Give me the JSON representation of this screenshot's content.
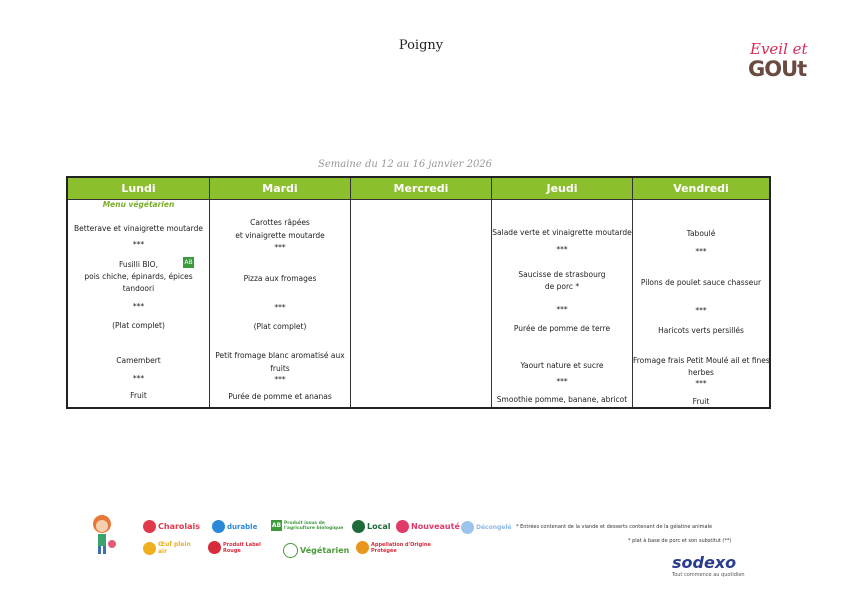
{
  "title": "Poigny",
  "logo": {
    "line1": "Eveil et",
    "line2": "GOUt"
  },
  "week": "Semaine du 12 au 16 janvier 2026",
  "days": [
    "Lundi",
    "Mardi",
    "Mercredi",
    "Jeudi",
    "Vendredi"
  ],
  "lundi": {
    "menu_label": "Menu végétarien",
    "l1": "Betterave et vinaigrette moutarde",
    "l2": "Fusilli BIO,",
    "l3": "pois chiche, épinards, épices",
    "l4": "tandoori",
    "l5": "(Plat complet)",
    "l6": "Camembert",
    "l7": "Fruit",
    "bio": "AB"
  },
  "mardi": {
    "l1": "Carottes râpées",
    "l2": "et vinaigrette moutarde",
    "l3": "Pizza aux fromages",
    "l4": "(Plat complet)",
    "l5": "Petit fromage blanc aromatisé aux",
    "l6": "fruits",
    "l7": "Purée de pomme et ananas"
  },
  "jeudi": {
    "l1": "Salade verte et  vinaigrette moutarde",
    "l2": "Saucisse de strasbourg",
    "l3": "de porc *",
    "l4": "Purée de pomme de terre",
    "l5": "Yaourt nature  et sucre",
    "l6": "Smoothie pomme, banane, abricot"
  },
  "vendredi": {
    "l1": "Taboulé",
    "l2": "Pilons de poulet sauce chasseur",
    "l3": "Haricots verts persillés",
    "l4": "Fromage frais Petit Moulé ail et fines",
    "l5": "herbes",
    "l6": "Fruit"
  },
  "sep": "***",
  "legend": {
    "charolais": "Charolais",
    "peche": "durable",
    "bio": "Produit issus de l'agriculture biologique",
    "local": "Local",
    "nouveaute": "Nouveauté",
    "decongele": "Décongelé",
    "oeuf": "Œuf plein air",
    "label_rouge": "Produit Label Rouge",
    "vegetarien": "Végétarien",
    "aop": "Appellation d'Origine Protégée"
  },
  "notes": {
    "n1": "* Entrées contenant de la viande et desserts contenant de la gélatine animale",
    "n2": "* plat à base de porc et son substitut (**)"
  },
  "brand": {
    "name": "sodexo",
    "tagline": "Tout commence au quotidien"
  },
  "colors": {
    "header": "#8cbf2e",
    "veg": "#7aae2a"
  }
}
